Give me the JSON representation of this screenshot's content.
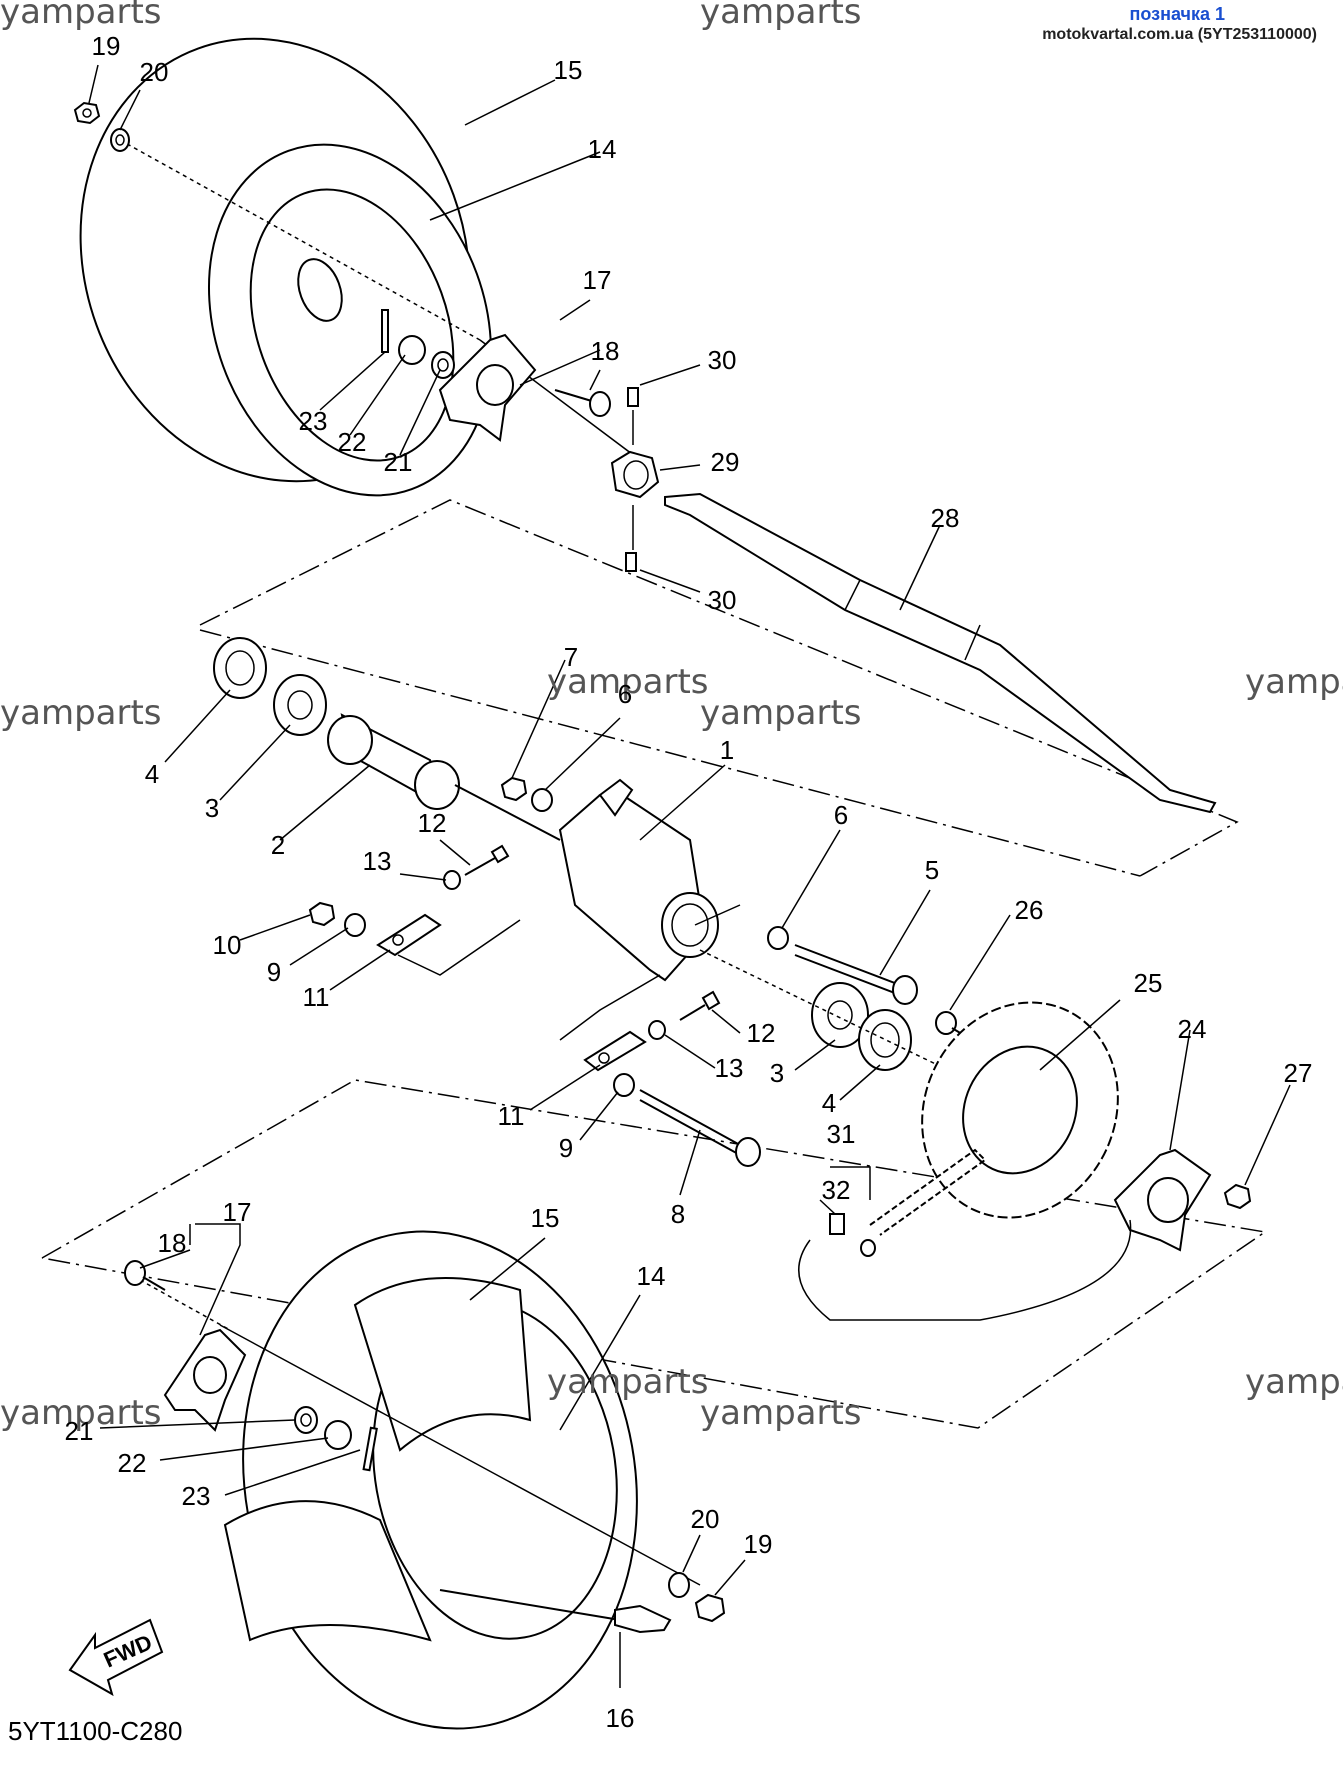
{
  "header": {
    "link_text": "позначка 1",
    "source_text": "motokvartal.com.ua (5YT253110000)"
  },
  "watermarks": [
    "yamparts",
    "yamparts",
    "yamparts",
    "yamparts",
    "yamparts",
    "yamparts",
    "yamparts",
    "yamparts",
    "yamparts",
    "yamparts"
  ],
  "diagram_code": "5YT1100-C280",
  "fwd_label": "FWD",
  "callouts": [
    "19",
    "20",
    "15",
    "14",
    "17",
    "18",
    "30",
    "29",
    "28",
    "30",
    "23",
    "22",
    "21",
    "4",
    "3",
    "2",
    "7",
    "6",
    "1",
    "12",
    "13",
    "10",
    "9",
    "11",
    "6",
    "5",
    "26",
    "25",
    "3",
    "4",
    "12",
    "13",
    "11",
    "9",
    "8",
    "24",
    "27",
    "31",
    "32",
    "17",
    "18",
    "15",
    "14",
    "21",
    "22",
    "23",
    "20",
    "19",
    "16"
  ]
}
